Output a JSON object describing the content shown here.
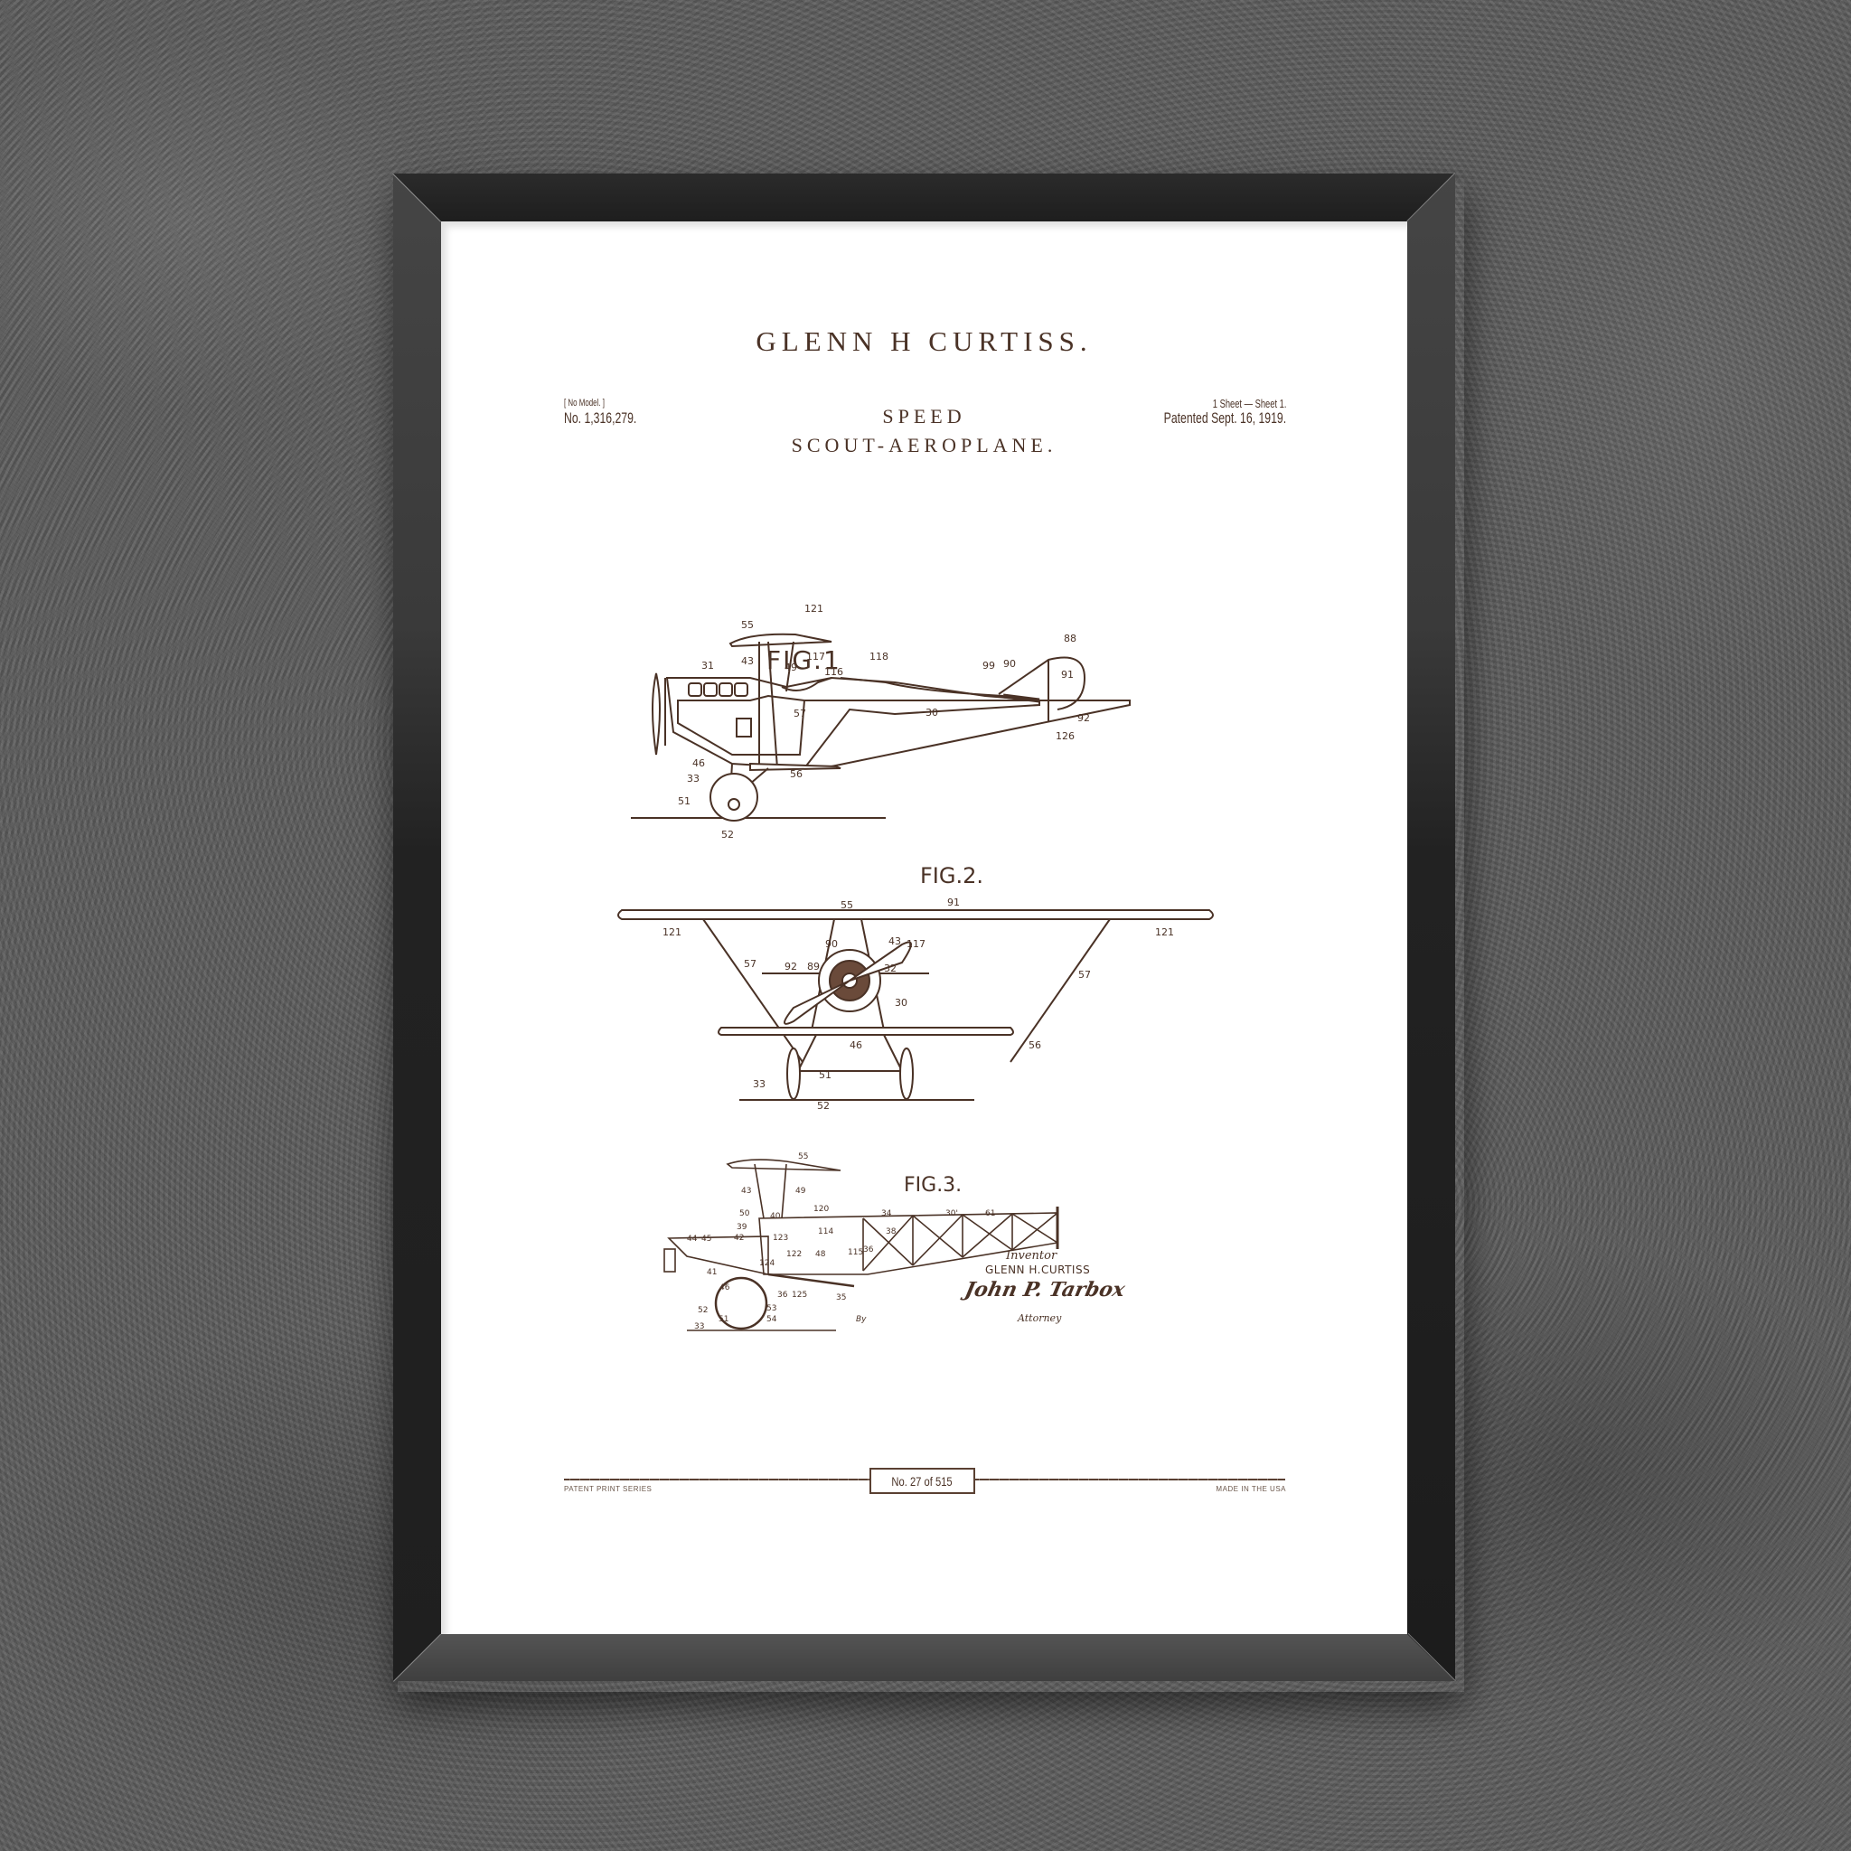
{
  "scene": {
    "background": "grey-textured-wall",
    "frame_color": "#1f1f1f",
    "mat_color": "#ffffff",
    "ink_color": "#4a3226"
  },
  "patent": {
    "inventor": "GLENN H CURTISS.",
    "title_line1": "SPEED",
    "title_line2": "SCOUT-AEROPLANE.",
    "left_note": "[ No Model. ]",
    "patent_number": "No. 1,316,279.",
    "sheet_info": "1 Sheet — Sheet 1.",
    "patent_date": "Patented Sept. 16, 1919."
  },
  "figures": [
    {
      "label": "FIG.1",
      "view": "side elevation",
      "callouts": [
        "55",
        "121",
        "43",
        "117",
        "49",
        "116",
        "118",
        "31",
        "57",
        "30",
        "99",
        "90",
        "88",
        "91",
        "92",
        "126",
        "46",
        "56",
        "33",
        "51",
        "52"
      ]
    },
    {
      "label": "FIG.2.",
      "view": "front elevation",
      "callouts": [
        "55",
        "91",
        "121",
        "121",
        "90",
        "43",
        "117",
        "57",
        "57",
        "92",
        "89",
        "32",
        "30",
        "46",
        "56",
        "33",
        "51",
        "52"
      ]
    },
    {
      "label": "FIG.3.",
      "view": "frame side view",
      "callouts": [
        "55",
        "43",
        "49",
        "120",
        "50",
        "40",
        "39",
        "34",
        "30'",
        "61",
        "44",
        "45",
        "42",
        "123",
        "114",
        "38",
        "36",
        "122",
        "48",
        "115",
        "124",
        "41",
        "46",
        "36",
        "125",
        "35",
        "52",
        "53",
        "51",
        "54",
        "33"
      ]
    }
  ],
  "signature": {
    "inventor_label": "Inventor",
    "inventor_name": "GLENN H.CURTISS",
    "by_label": "By",
    "attorney_signature": "John P. Tarbox",
    "attorney_label": "Attorney"
  },
  "footer": {
    "left": "PATENT PRINT SERIES",
    "edition": "No. 27 of 515",
    "right": "MADE IN THE USA"
  }
}
